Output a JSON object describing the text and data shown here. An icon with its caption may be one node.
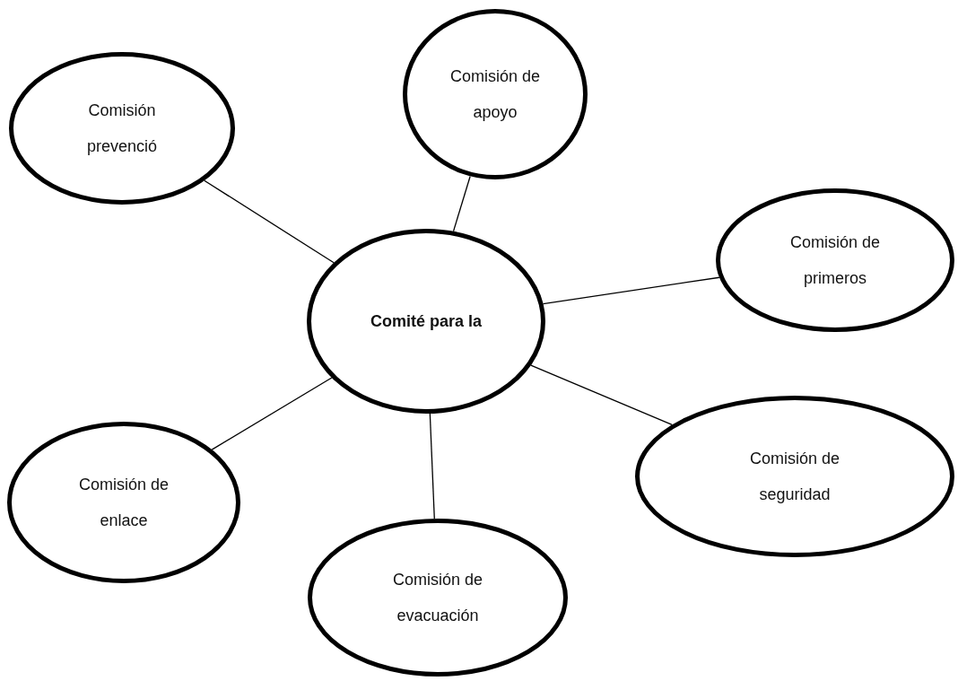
{
  "diagram": {
    "nodes": [
      {
        "text": [
          "Comité para la"
        ]
      },
      {
        "text": [
          "Comisión prevenció"
        ]
      },
      {
        "text": [
          "Comisión de apoyo"
        ]
      },
      {
        "text": [
          "Comisión de primeros"
        ]
      },
      {
        "text": [
          "Comisión de seguridad"
        ]
      },
      {
        "text": [
          "Comisión de enlace"
        ]
      },
      {
        "text": [
          "Comisión de evacuación"
        ]
      }
    ],
    "edges": [
      {
        "from": 0,
        "to": 1,
        "arrow": "none"
      },
      {
        "from": 0,
        "to": 2,
        "arrow": "none"
      },
      {
        "from": 0,
        "to": 3,
        "arrow": "none"
      },
      {
        "from": 0,
        "to": 4,
        "arrow": "none"
      },
      {
        "from": 0,
        "to": 5,
        "arrow": "none"
      },
      {
        "from": 0,
        "to": 6,
        "arrow": "none"
      }
    ]
  }
}
